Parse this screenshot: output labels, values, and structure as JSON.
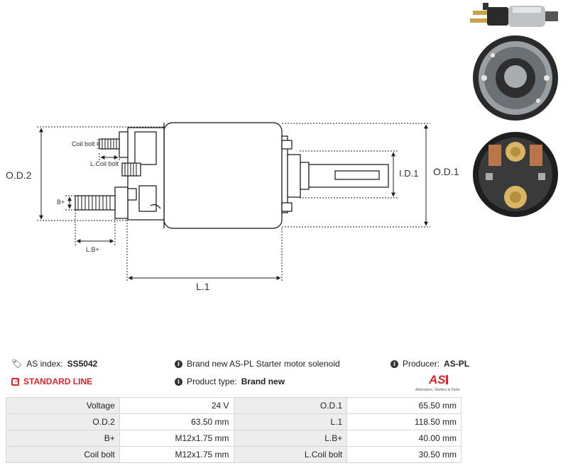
{
  "diagram": {
    "od2": "O.D.2",
    "od1": "O.D.1",
    "id1": "I.D.1",
    "l1": "L.1",
    "coil_bolt": "Coil bolt",
    "l_coil_bolt": "L.Coil bolt",
    "b_plus": "B+",
    "l_b_plus": "L.B+"
  },
  "info": {
    "index_label": "AS index:",
    "index_value": "SS5042",
    "line": "STANDARD LINE",
    "description": "Brand new AS-PL Starter motor solenoid",
    "type_label": "Product type:",
    "type_value": "Brand new",
    "producer_label": "Producer:",
    "producer_value": "AS-PL",
    "logo_text": "AS",
    "logo_tagline": "Alternators, Starters & Parts"
  },
  "specs": [
    {
      "label": "Voltage",
      "value": "24 V",
      "label2": "O.D.1",
      "value2": "65.50 mm"
    },
    {
      "label": "O.D.2",
      "value": "63.50 mm",
      "label2": "L.1",
      "value2": "118.50 mm"
    },
    {
      "label": "B+",
      "value": "M12x1.75 mm",
      "label2": "L.B+",
      "value2": "40.00 mm"
    },
    {
      "label": "Coil bolt",
      "value": "M12x1.75 mm",
      "label2": "L.Coil bolt",
      "value2": "30.50 mm"
    }
  ],
  "colors": {
    "accent_red": "#d9252b",
    "table_label_bg": "#ededed",
    "table_border": "#d6d6d6"
  }
}
